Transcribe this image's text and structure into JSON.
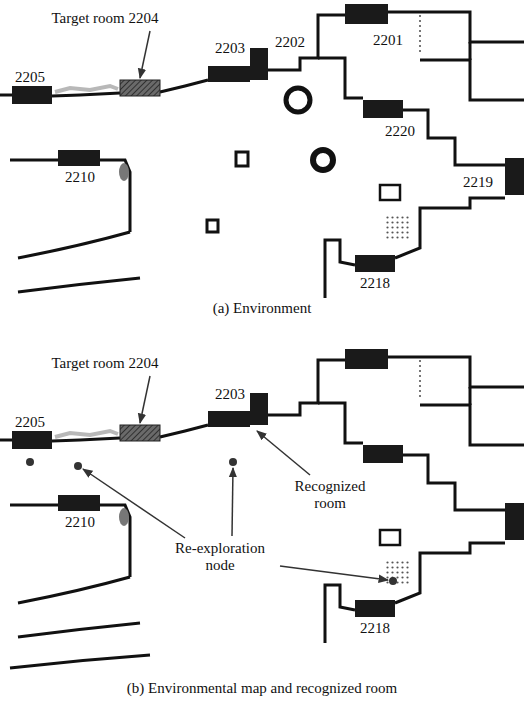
{
  "diagram": {
    "labels": [
      "Target room 2204",
      "2205",
      "2203",
      "2202",
      "2201",
      "2220",
      "2219",
      "2210",
      "2218",
      "(a) Environment",
      "Target room 2204",
      "2205",
      "2203",
      "Re-exploration node",
      "Recognized room",
      "2210",
      "2218",
      "(b) Environmental map and recognized room"
    ]
  }
}
